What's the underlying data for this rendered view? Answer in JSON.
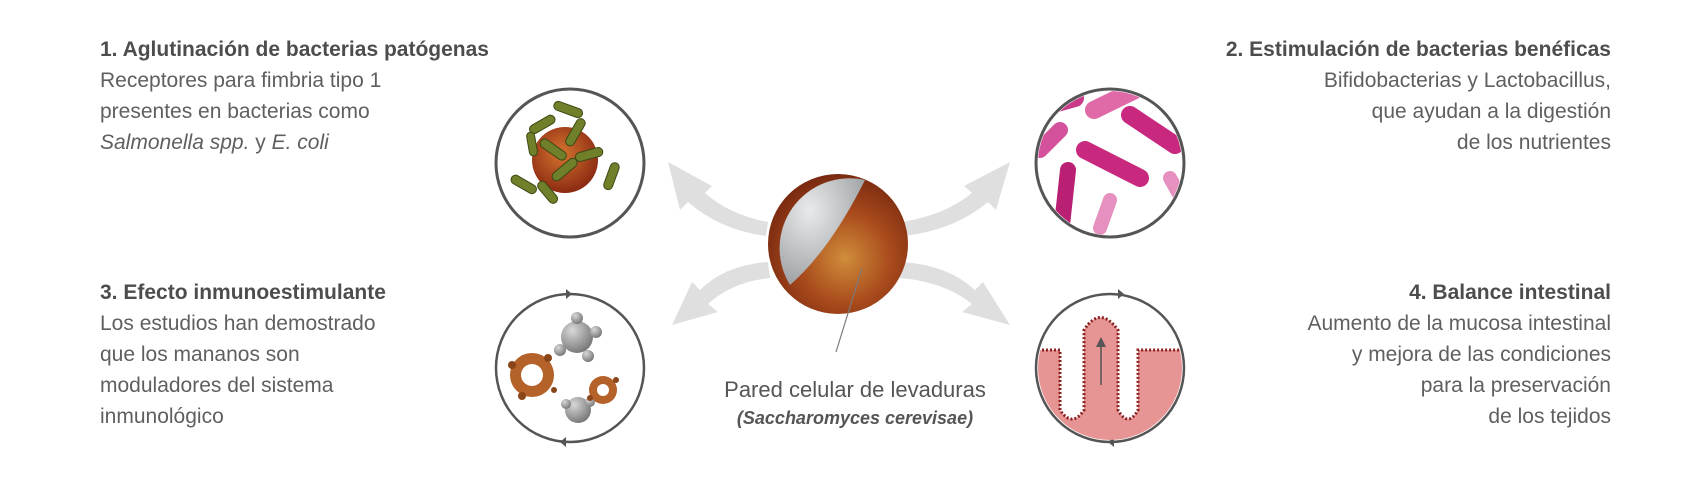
{
  "center": {
    "title": "Pared celular de levaduras",
    "subtitle": "(Saccharomyces cerevisae)"
  },
  "blocks": [
    {
      "title": "1. Aglutinación de bacterias patógenas",
      "line1": "Receptores para fimbria tipo 1",
      "line2": "presentes en bacterias como",
      "line3_italic_a": "Salmonella spp.",
      "line3_mid": " y ",
      "line3_italic_b": "E. coli"
    },
    {
      "title": "2. Estimulación de bacterias benéficas",
      "line1": "Bifidobacterias y Lactobacillus,",
      "line2": "que ayudan a la digestión",
      "line3": "de los nutrientes"
    },
    {
      "title": "3. Efecto inmunoestimulante",
      "line1": "Los estudios han demostrado",
      "line2": "que los mananos son",
      "line3": "moduladores del sistema",
      "line4": "inmunológico"
    },
    {
      "title": "4. Balance intestinal",
      "line1": "Aumento de la mucosa intestinal",
      "line2": "y mejora de las condiciones",
      "line3": "para la preservación",
      "line4": "de los tejidos"
    }
  ],
  "colors": {
    "arrow": "#dcdcdc",
    "circle_border": "#5a5a5a",
    "yeast_brown": "#9a3a17",
    "yeast_gray": "#c8cacc",
    "bacteria_pink": "#c8287e",
    "tissue_pink": "#e79494",
    "immune_brown": "#b5612a",
    "immune_gray": "#8a8a8a"
  }
}
